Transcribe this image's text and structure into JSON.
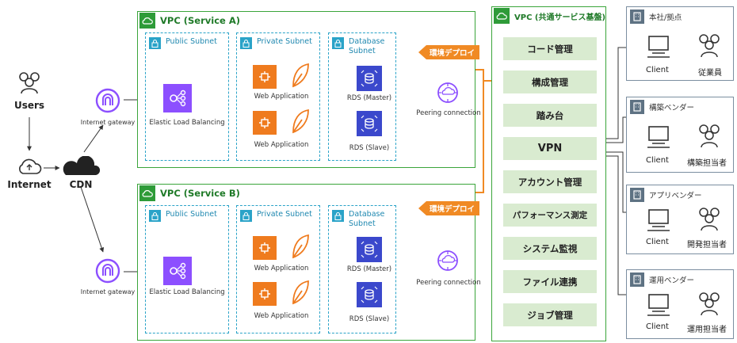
{
  "left": {
    "users_label": "Users",
    "internet_label": "Internet",
    "cdn_label": "CDN"
  },
  "vpc_a": {
    "title": "VPC (Service A)",
    "public_subnet": "Public Subnet",
    "private_subnet": "Private Subnet",
    "database_subnet": "Database Subnet",
    "internet_gateway": "Internet gateway",
    "elb": "Elastic Load Balancing",
    "web_app_1": "Web Application",
    "web_app_2": "Web Application",
    "rds_master": "RDS (Master)",
    "rds_slave": "RDS (Slave)",
    "peering": "Peering connection",
    "deploy_tag": "環境デプロイ"
  },
  "vpc_b": {
    "title": "VPC (Service B)",
    "public_subnet": "Public Subnet",
    "private_subnet": "Private Subnet",
    "database_subnet": "Database Subnet",
    "internet_gateway": "Internet gateway",
    "elb": "Elastic Load Balancing",
    "web_app_1": "Web Application",
    "web_app_2": "Web Application",
    "rds_master": "RDS (Master)",
    "rds_slave": "RDS (Slave)",
    "peering": "Peering connection",
    "deploy_tag": "環境デプロイ"
  },
  "shared_vpc": {
    "title": "VPC (共通サービス基盤)",
    "services": [
      "コード管理",
      "構成管理",
      "踏み台",
      "VPN",
      "アカウント管理",
      "パフォーマンス測定",
      "システム監視",
      "ファイル連携",
      "ジョブ管理"
    ]
  },
  "sites": [
    {
      "title": "本社/拠点",
      "client": "Client",
      "person": "従業員"
    },
    {
      "title": "構築ベンダー",
      "client": "Client",
      "person": "構築担当者"
    },
    {
      "title": "アプリベンダー",
      "client": "Client",
      "person": "開発担当者"
    },
    {
      "title": "運用ベンダー",
      "client": "Client",
      "person": "運用担当者"
    }
  ],
  "colors": {
    "vpc_green": "#3aa53a",
    "subnet_blue": "#2aa3c8",
    "elb_purple": "#8c4fff",
    "compute_orange": "#ef7b1e",
    "rds_blue": "#3b48cc",
    "deploy_orange": "#f08a24",
    "service_box": "#d9ebd0"
  }
}
